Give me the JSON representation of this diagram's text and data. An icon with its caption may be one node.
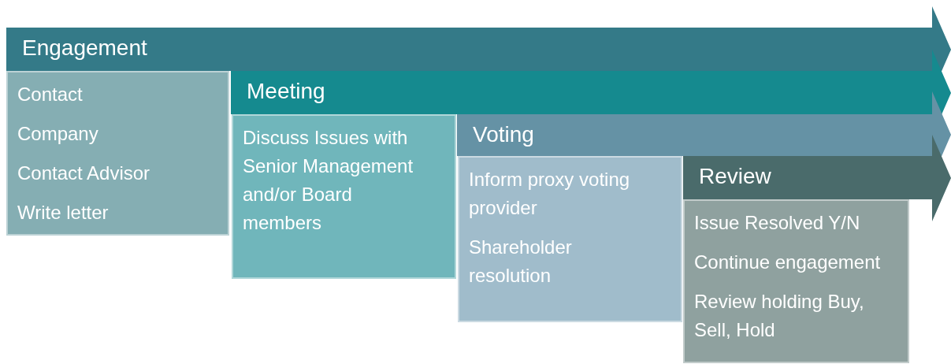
{
  "diagram": {
    "nodes": [
      {
        "text": [
          "Engagement"
        ]
      },
      {
        "text": [
          "Contact",
          "Company",
          "Contact Advisor",
          "Write letter"
        ]
      },
      {
        "text": [
          "Meeting"
        ]
      },
      {
        "text": [
          "Discuss Issues with Senior Management and/or Board members"
        ]
      },
      {
        "text": [
          "Voting"
        ]
      },
      {
        "text": [
          "Inform proxy voting provider",
          "Shareholder resolution"
        ]
      },
      {
        "text": [
          "Review"
        ]
      },
      {
        "text": [
          "Issue Resolved Y/N",
          "Continue engagement",
          "Review holding Buy, Sell, Hold"
        ]
      }
    ]
  }
}
